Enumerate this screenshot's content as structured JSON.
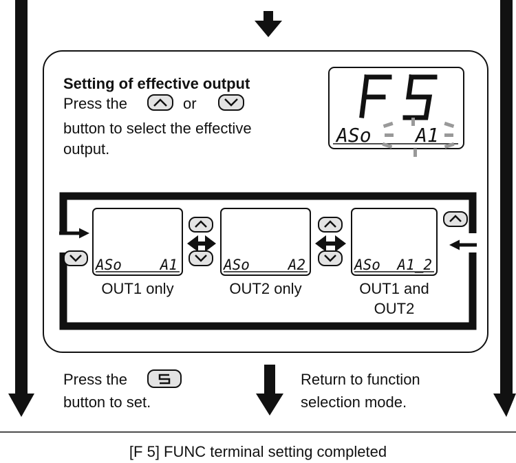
{
  "setting": {
    "title": "Setting of effective output",
    "press_prefix": "Press the",
    "or_word": "or",
    "line2": "button to select the effective",
    "line3": "output."
  },
  "display_main": {
    "top_chars": "F  5",
    "bottom_left": "ASo",
    "bottom_right": "A1"
  },
  "options": [
    {
      "lcd_left": "ASo",
      "lcd_right": "A1",
      "caption_line1": "OUT1 only",
      "caption_line2": ""
    },
    {
      "lcd_left": "ASo",
      "lcd_right": "A2",
      "caption_line1": "OUT2 only",
      "caption_line2": ""
    },
    {
      "lcd_left": "ASo",
      "lcd_right": "A1_2",
      "caption_line1": "OUT1 and",
      "caption_line2": "OUT2"
    }
  ],
  "set_instruction": {
    "line1": "Press the",
    "line2": "button to set."
  },
  "return_instruction": {
    "line1": "Return to function",
    "line2": "selection mode."
  },
  "footer": "[F 5] FUNC terminal setting completed",
  "icons": {
    "up": "up-chevron-button-icon",
    "down": "down-chevron-button-icon",
    "set": "s-button-icon"
  }
}
